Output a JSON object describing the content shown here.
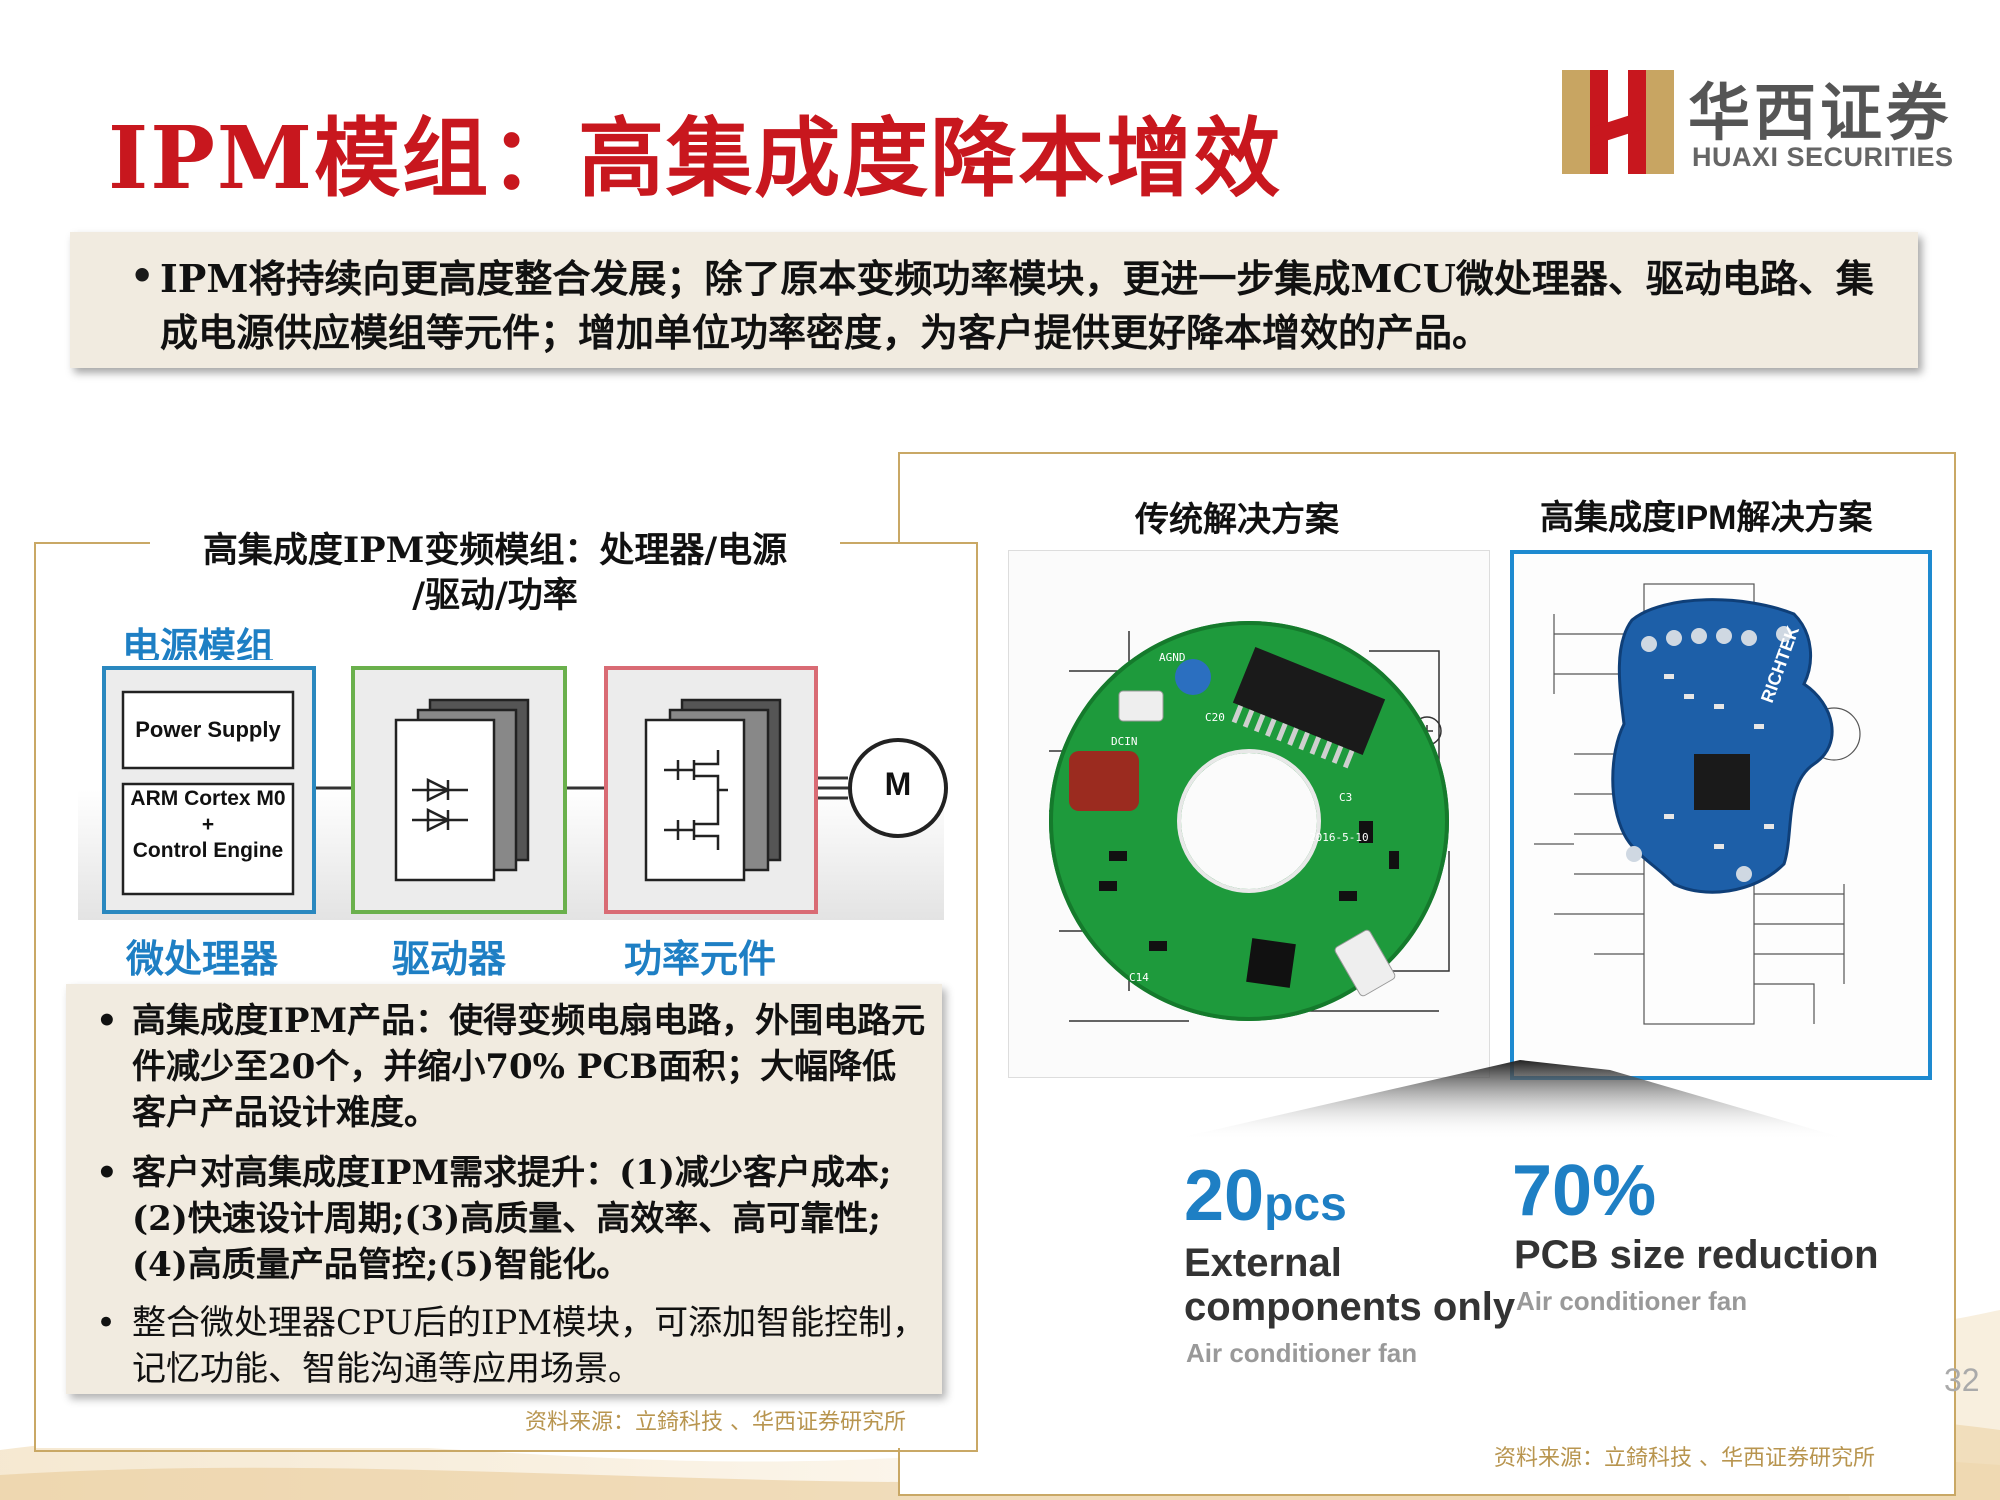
{
  "title": "IPM模组：高集成度降本增效",
  "logo": {
    "cn": "华西证券",
    "en": "HUAXI SECURITIES"
  },
  "summary": "IPM将持续向更高度整合发展；除了原本变频功率模块，更进一步集成MCU微处理器、驱动电路、集成电源供应模组等元件；增加单位功率密度，为客户提供更好降本增效的产品。",
  "left_panel": {
    "title_line1": "高集成度IPM变频模组：处理器/电源",
    "title_line2": "/驱动/功率",
    "power_module_label": "电源模组",
    "power_supply": "Power Supply",
    "arm_line1": "ARM Cortex M0",
    "arm_line2": "+",
    "arm_line3": "Control Engine",
    "motor": "M",
    "micro_label": "微处理器",
    "driver_label": "驱动器",
    "power_element_label": "功率元件",
    "bullets": [
      "高集成度IPM产品：使得变频电扇电路，外围电路元件减少至20个，并缩小70% PCB面积；大幅降低客户产品设计难度。",
      "客户对高集成度IPM需求提升：(1)减少客户成本;(2)快速设计周期;(3)高质量、高效率、高可靠性;(4)高质量产品管控;(5)智能化。",
      "整合微处理器CPU后的IPM模块，可添加智能控制，记忆功能、智能沟通等应用场景。"
    ],
    "source": "资料来源：立錡科技 、华西证券研究所"
  },
  "right_panel": {
    "heading_traditional": "传统解决方案",
    "heading_ipm": "高集成度IPM解决方案",
    "stat1_num": "20",
    "stat1_unit": "pcs",
    "stat1_line1": "External",
    "stat1_line2": "components only",
    "stat1_sub": "Air conditioner fan",
    "stat2_num": "70%",
    "stat2_line1": "PCB size reduction",
    "stat2_sub": "Air conditioner fan",
    "source": "资料来源：立錡科技 、华西证券研究所"
  },
  "page_number": "32",
  "colors": {
    "title_red": "#c8171e",
    "accent_blue": "#1e7fc4",
    "panel_beige": "#f1ebe0",
    "frame_gold": "#c9a865"
  }
}
